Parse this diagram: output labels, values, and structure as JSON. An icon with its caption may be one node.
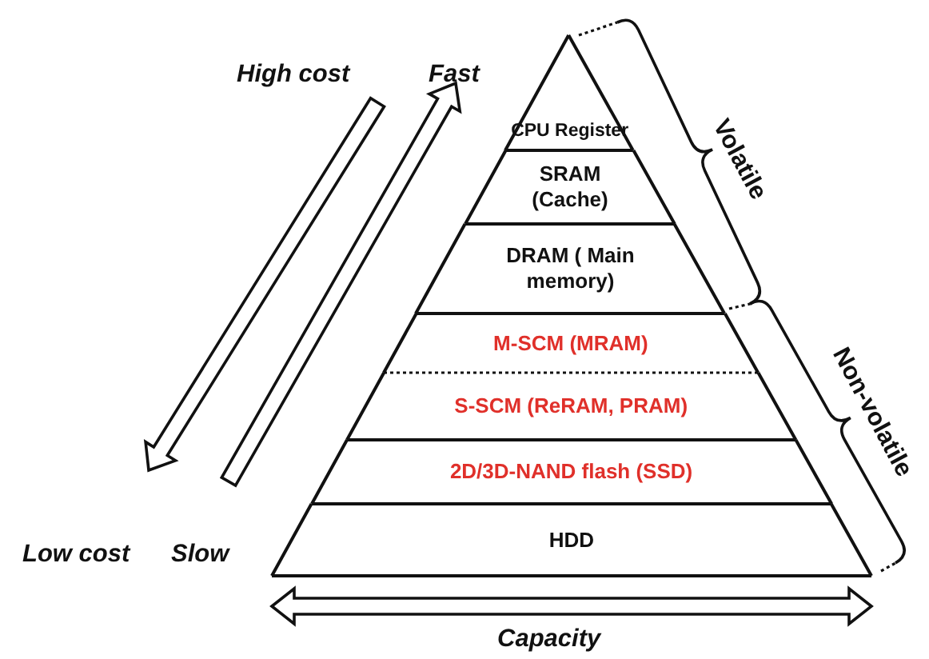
{
  "diagram": {
    "nodes": [
      {
        "text": [
          "CPU Register"
        ]
      },
      {
        "text": [
          "SRAM (Cache)"
        ]
      },
      {
        "text": [
          "DRAM ( Main memory)"
        ]
      },
      {
        "text": [
          "M-SCM (MRAM)"
        ]
      },
      {
        "text": [
          "S-SCM (ReRAM, PRAM)"
        ]
      },
      {
        "text": [
          "2D/3D-NAND flash (SSD)"
        ]
      },
      {
        "text": [
          "HDD"
        ]
      }
    ],
    "labels": [
      "High cost",
      "Fast",
      "Low cost",
      "Slow",
      "Volatile",
      "Non-volatile",
      "Capacity"
    ]
  }
}
